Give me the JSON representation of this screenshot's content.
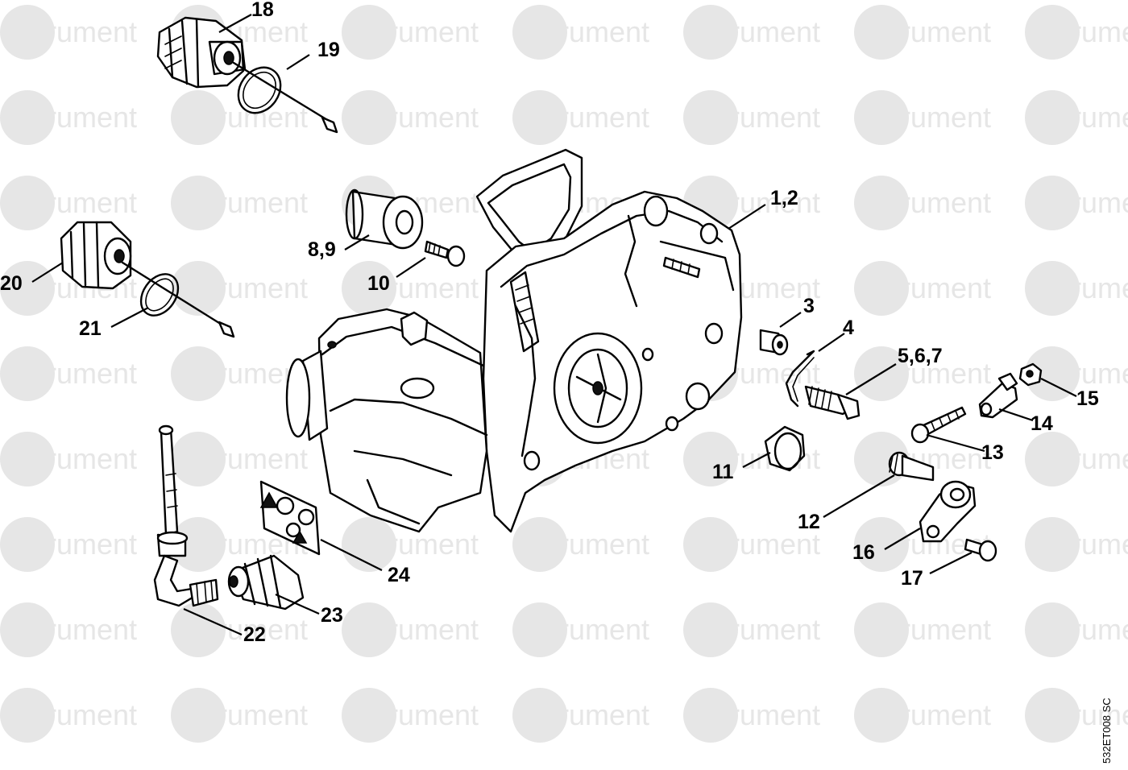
{
  "watermark": {
    "brand": "Strument"
  },
  "parts": [
    {
      "id": "p1",
      "label": "1,2"
    },
    {
      "id": "p3",
      "label": "3"
    },
    {
      "id": "p4",
      "label": "4"
    },
    {
      "id": "p5",
      "label": "5,6,7"
    },
    {
      "id": "p8",
      "label": "8,9"
    },
    {
      "id": "p10",
      "label": "10"
    },
    {
      "id": "p11",
      "label": "11"
    },
    {
      "id": "p12",
      "label": "12"
    },
    {
      "id": "p13",
      "label": "13"
    },
    {
      "id": "p14",
      "label": "14"
    },
    {
      "id": "p15",
      "label": "15"
    },
    {
      "id": "p16",
      "label": "16"
    },
    {
      "id": "p17",
      "label": "17"
    },
    {
      "id": "p18",
      "label": "18"
    },
    {
      "id": "p19",
      "label": "19"
    },
    {
      "id": "p20",
      "label": "20"
    },
    {
      "id": "p21",
      "label": "21"
    },
    {
      "id": "p22",
      "label": "22"
    },
    {
      "id": "p23",
      "label": "23"
    },
    {
      "id": "p24",
      "label": "24"
    }
  ],
  "figure_code": "532ET008 SC",
  "colors": {
    "ink": "#000000",
    "watermark": "#e6e6e6",
    "background": "#ffffff"
  }
}
